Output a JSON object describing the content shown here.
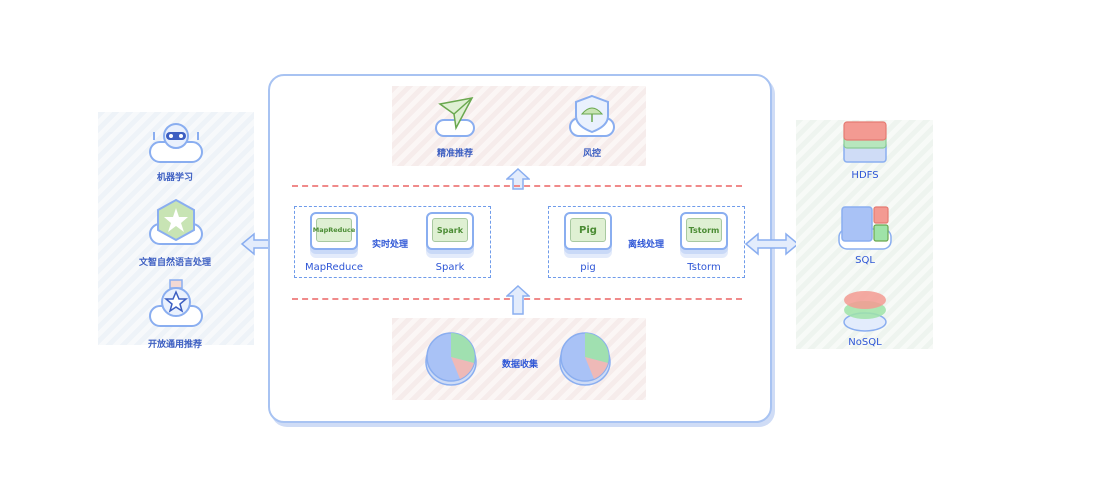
{
  "left_panel": {
    "items": [
      {
        "label": "机器学习",
        "icon": "robot-icon"
      },
      {
        "label": "文智自然语言处理",
        "icon": "star-polygon-icon"
      },
      {
        "label": "开放通用推荐",
        "icon": "star-medal-icon"
      }
    ]
  },
  "top_panel": {
    "items": [
      {
        "label": "精准推荐",
        "icon": "paper-plane-icon"
      },
      {
        "label": "风控",
        "icon": "shield-umbrella-icon"
      }
    ]
  },
  "processing": {
    "realtime": {
      "label": "实时处理",
      "engines": [
        {
          "chip": "MapReduce",
          "caption": "MapReduce"
        },
        {
          "chip": "Spark",
          "caption": "Spark"
        }
      ]
    },
    "offline": {
      "label": "离线处理",
      "engines": [
        {
          "chip": "Pig",
          "caption": "pig"
        },
        {
          "chip": "Tstorm",
          "caption": "Tstorm"
        }
      ]
    }
  },
  "bottom_panel": {
    "label": "数据收集",
    "icons": [
      "pie-disk-icon",
      "pie-disk-icon"
    ]
  },
  "right_panel": {
    "items": [
      {
        "label": "HDFS",
        "icon": "stacked-layers-icon"
      },
      {
        "label": "SQL",
        "icon": "table-blocks-icon"
      },
      {
        "label": "NoSQL",
        "icon": "disk-stack-icon"
      }
    ]
  },
  "colors": {
    "accent_blue": "#2e56d6",
    "frame_blue": "#a8c3f2",
    "dash_red": "#f08a8a",
    "chip_green": "#4b8c34"
  }
}
